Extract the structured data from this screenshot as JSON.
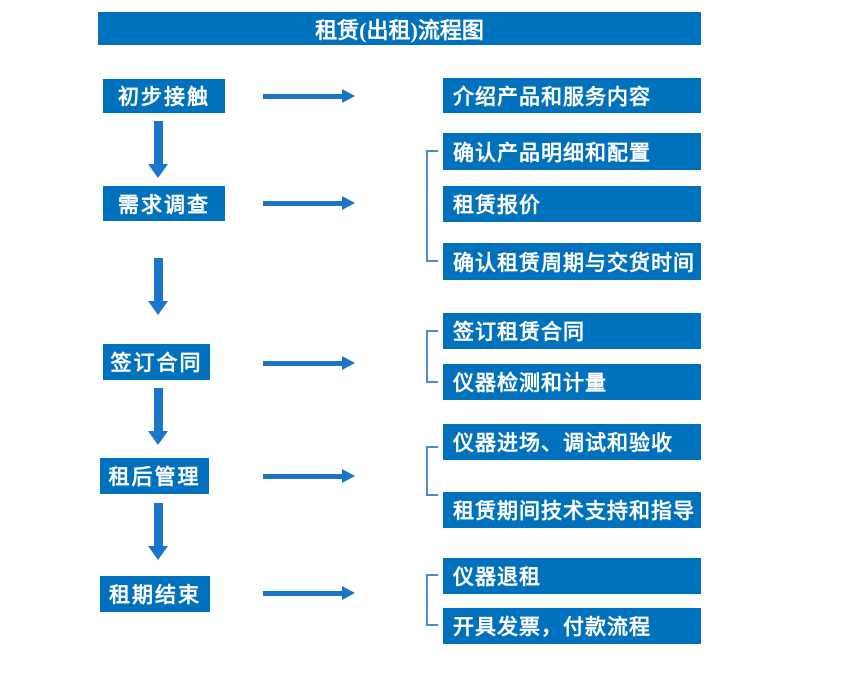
{
  "title": "租赁(出租)流程图",
  "colors": {
    "box_blue": "#0071BC",
    "arrow_blue": "#1B76C9",
    "bracket_blue": "#4E89C9",
    "text_white": "#FFFFFF",
    "background": "#FFFFFF"
  },
  "steps": [
    {
      "label": "初步接触",
      "details": [
        "介绍产品和服务内容"
      ]
    },
    {
      "label": "需求调查",
      "details": [
        "确认产品明细和配置",
        "租赁报价",
        "确认租赁周期与交货时间"
      ]
    },
    {
      "label": "签订合同",
      "details": [
        "签订租赁合同",
        "仪器检测和计量"
      ]
    },
    {
      "label": "租后管理",
      "details": [
        "仪器进场、调试和验收",
        "租赁期间技术支持和指导"
      ]
    },
    {
      "label": "租期结束",
      "details": [
        "仪器退租",
        "开具发票，付款流程"
      ]
    }
  ]
}
